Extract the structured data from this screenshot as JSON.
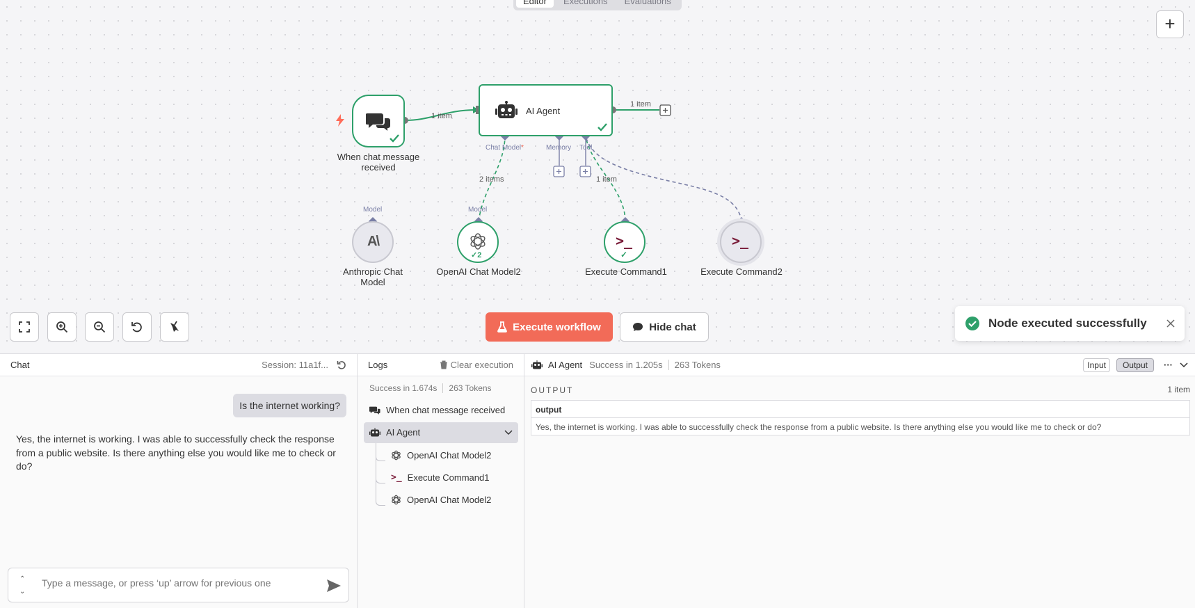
{
  "view_tabs": [
    "Editor",
    "Executions",
    "Evaluations"
  ],
  "canvas": {
    "nodes": {
      "trigger": {
        "label_line1": "When chat message",
        "label_line2": "received"
      },
      "agent": {
        "label": "AI Agent",
        "ports": {
          "chat_model": "Chat Model",
          "chat_model_required": "*",
          "memory": "Memory",
          "tool": "Tool"
        }
      },
      "anthropic": {
        "label_line1": "Anthropic Chat",
        "label_line2": "Model",
        "port": "Model",
        "icon_text": "A\\"
      },
      "openai": {
        "label": "OpenAI Chat Model2",
        "port": "Model",
        "run_count": "2"
      },
      "exec1": {
        "label": "Execute Command1"
      },
      "exec2": {
        "label": "Execute Command2"
      }
    },
    "edges": {
      "trigger_agent": "1 item",
      "agent_out": "1 item",
      "openai_agent": "2 items",
      "exec1_agent": "1 item"
    },
    "execute_button": "Execute workflow",
    "hide_chat_button": "Hide chat"
  },
  "toast": {
    "message": "Node executed successfully"
  },
  "chat": {
    "title": "Chat",
    "session": "Session: 11a1f...",
    "user_message": "Is the internet working?",
    "bot_message": "Yes, the internet is working. I was able to successfully check the response from a public website. Is there anything else you would like me to check or do?",
    "input_placeholder": "Type a message, or press ‘up’ arrow for previous one"
  },
  "logs": {
    "title": "Logs",
    "clear": "Clear execution",
    "summary_status": "Success in 1.674s",
    "summary_tokens": "263 Tokens",
    "items": [
      {
        "label": "When chat message received"
      },
      {
        "label": "AI Agent"
      },
      {
        "label": "OpenAI Chat Model2"
      },
      {
        "label": "Execute Command1"
      },
      {
        "label": "OpenAI Chat Model2"
      }
    ]
  },
  "output": {
    "node": "AI Agent",
    "status": "Success in 1.205s",
    "tokens": "263 Tokens",
    "input_tab": "Input",
    "output_tab": "Output",
    "section": "OUTPUT",
    "count": "1 item",
    "column": "output",
    "value": "Yes, the internet is working. I was able to successfully check the response from a public website. Is there anything else you would like me to check or do?"
  },
  "colors": {
    "accent": "#f26b58",
    "success": "#2ea06a",
    "port": "#7a7fa6",
    "terminal": "#7a1d3a"
  }
}
